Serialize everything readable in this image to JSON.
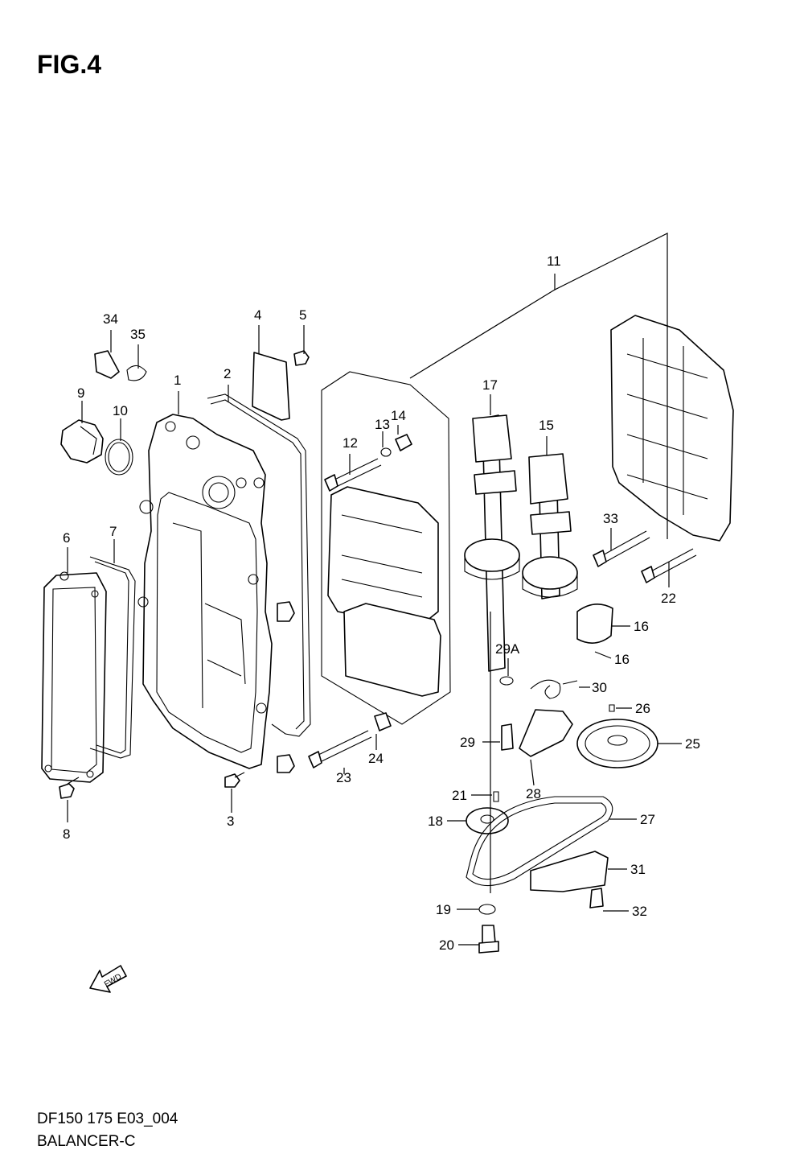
{
  "title": "FIG.4",
  "caption": {
    "code": "DF150 175 E03_004",
    "name": "BALANCER-C"
  },
  "fwd_label": "FWD",
  "callouts": [
    "1",
    "2",
    "3",
    "4",
    "5",
    "6",
    "7",
    "8",
    "9",
    "10",
    "11",
    "12",
    "13",
    "14",
    "15",
    "16",
    "16",
    "17",
    "18",
    "19",
    "20",
    "21",
    "22",
    "23",
    "24",
    "25",
    "26",
    "27",
    "28",
    "29",
    "29A",
    "30",
    "31",
    "32",
    "33",
    "34",
    "35"
  ]
}
